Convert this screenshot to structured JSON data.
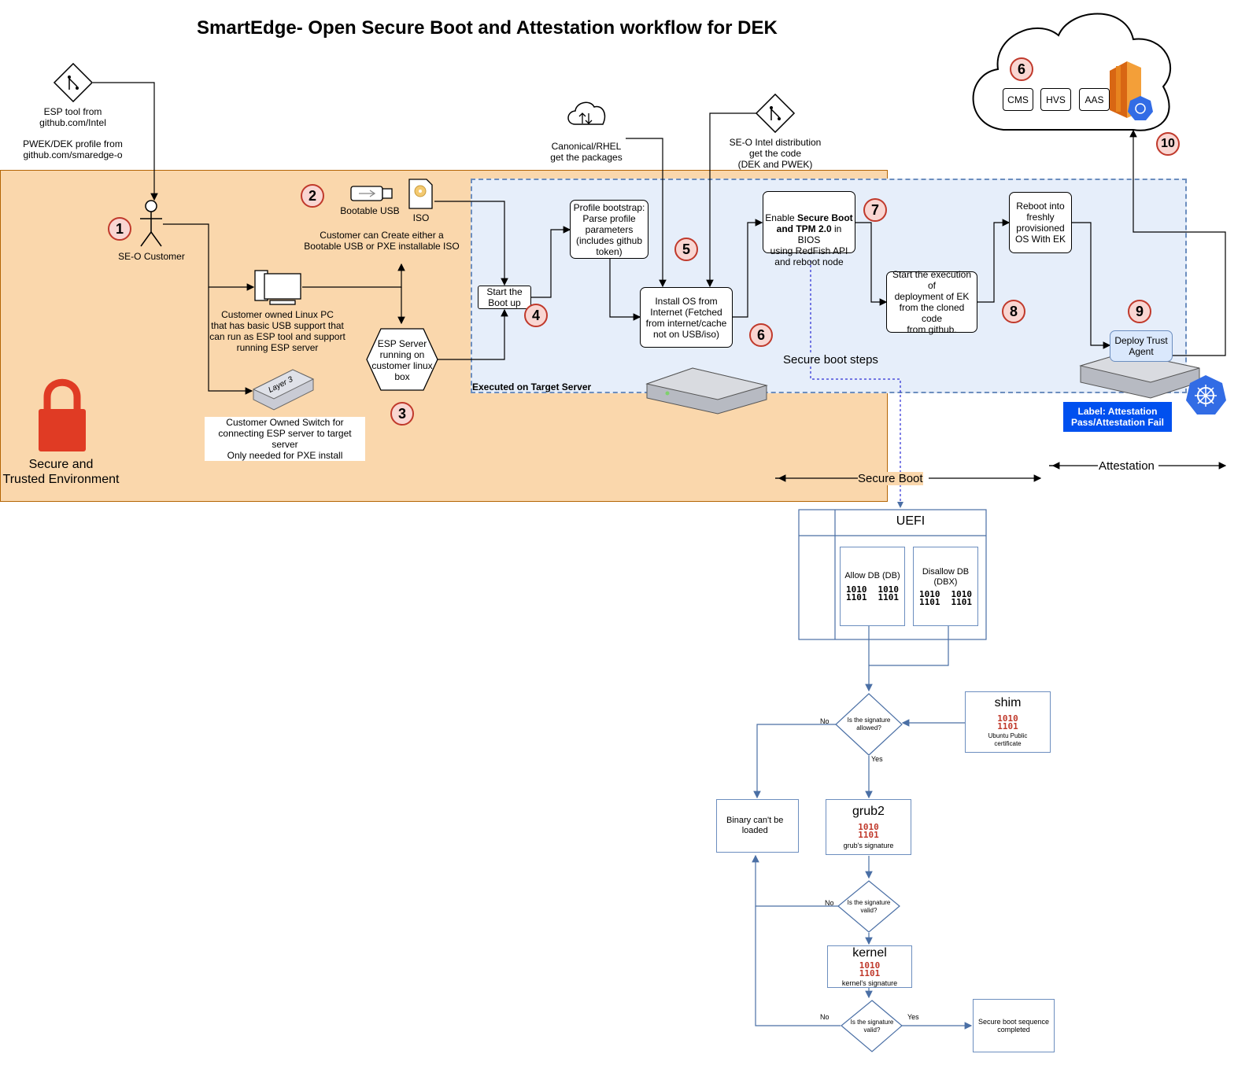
{
  "title": "SmartEdge- Open Secure Boot and Attestation workflow for DEK",
  "sources": {
    "esp_tool": "ESP tool from\ngithub.com/Intel",
    "profile": "PWEK/DEK profile from\ngithub.com/smaredge-o",
    "canonical": "Canonical/RHEL\nget the packages",
    "intel_dist": "SE-O Intel distribution\nget the code\n(DEK and PWEK)"
  },
  "env": {
    "secure_env_label": "Secure and\nTrusted Environment",
    "customer_label": "SE-O Customer",
    "bootable_usb": "Bootable USB",
    "iso": "ISO",
    "iso_icon_text": "ISO",
    "create_text": "Customer can Create either a\nBootable USB or PXE installable ISO",
    "linux_pc": "Customer owned Linux PC\nthat has basic USB support that\ncan run as ESP tool and support\nrunning ESP server",
    "esp_server": "ESP Server\nrunning on\ncustomer linux\nbox",
    "switch_text": "Customer Owned Switch for\nconnecting ESP server to target server\nOnly needed for PXE install",
    "switch_badge": "Layer 3"
  },
  "target": {
    "label": "Executed on Target Server",
    "start_boot": "Start the\nBoot up",
    "profile_bootstrap": "Profile bootstrap:\nParse profile\nparameters\n(includes github\ntoken)",
    "install_os": "Install OS from\nInternet (Fetched\nfrom internet/cache\nnot on USB/iso)",
    "enable_secure_pre": "Enable ",
    "enable_secure_b1": "Secure Boot",
    "enable_secure_mid": "and ",
    "enable_secure_b2": "TPM 2.0",
    "enable_secure_post": " in BIOS\nusing RedFish API\nand reboot node",
    "start_ek": "Start the execution of\ndeployment of EK\nfrom the cloned code\nfrom github.",
    "reboot": "Reboot into\nfreshly\nprovisioned\nOS With EK",
    "deploy_agent": "Deploy Trust\nAgent",
    "secure_boot_steps": "Secure boot steps"
  },
  "cloud": {
    "services": [
      "CMS",
      "HVS",
      "AAS"
    ]
  },
  "attestation_label": "Label: Attestation\nPass/Attestation Fail",
  "phases": {
    "secure_boot": "Secure Boot",
    "attestation": "Attestation"
  },
  "steps": [
    "1",
    "2",
    "3",
    "4",
    "5",
    "6",
    "6",
    "7",
    "8",
    "9",
    "10"
  ],
  "flow": {
    "uefi": "UEFI",
    "allow_db": "Allow DB (DB)",
    "disallow_db": "Disallow DB\n(DBX)",
    "binary_glyph": "1010\n1101",
    "q1": "Is the signature\nallowed?",
    "q2": "Is the signature\nvalid?",
    "q3": "Is the signature\nvalid?",
    "no": "No",
    "yes": "Yes",
    "shim": "shim",
    "shim_sub": "Ubuntu Public\ncertificate",
    "grub": "grub2",
    "grub_sub": "grub's signature",
    "kernel": "kernel",
    "kernel_sub": "kernel's signature",
    "cant_load": "Binary can't be\nloaded",
    "completed": "Secure boot sequence\ncompleted"
  },
  "colors": {
    "env_bg": "#fad7ac",
    "env_border": "#b46504",
    "target_bg": "#dae8fc",
    "target_border": "#6c8ebf",
    "step_border": "#c0392b",
    "label_blue": "#0050ef",
    "lock_red": "#e03b24",
    "aws_orange": "#e7841f",
    "k8s_blue": "#326ce5"
  }
}
